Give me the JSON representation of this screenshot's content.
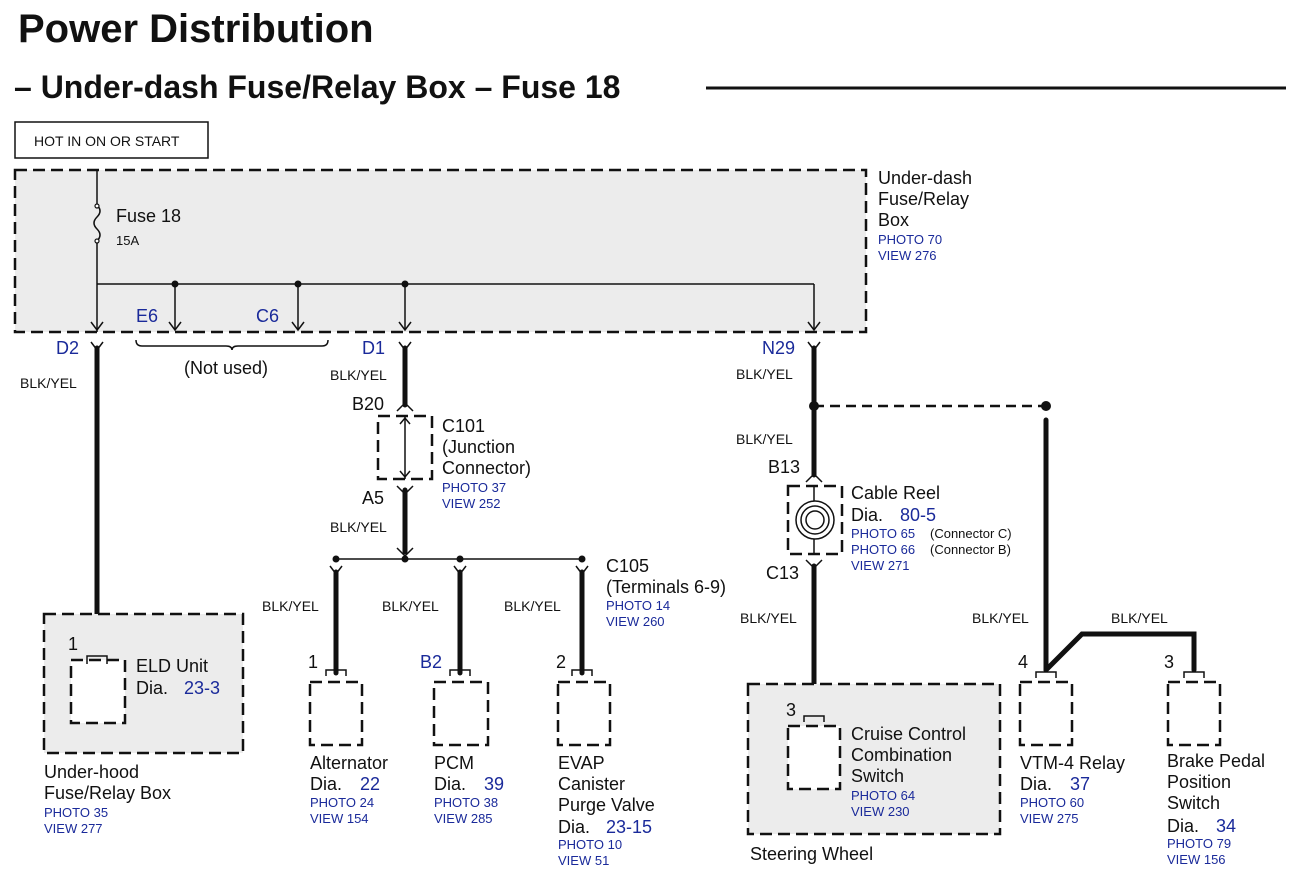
{
  "title": "Power Distribution",
  "subtitle": "– Under-dash Fuse/Relay Box – Fuse 18",
  "hot_label": "HOT IN ON OR START",
  "fusebox": {
    "name_lines": [
      "Under-dash",
      "Fuse/Relay",
      "Box"
    ],
    "photo": "PHOTO 70",
    "view": "VIEW 276"
  },
  "fuse": {
    "name": "Fuse 18",
    "rating": "15A"
  },
  "terminals": {
    "d2": "D2",
    "e6": "E6",
    "c6": "C6",
    "d1": "D1",
    "n29": "N29",
    "b20": "B20",
    "a5": "A5",
    "b13": "B13",
    "c13": "C13"
  },
  "not_used": "(Not used)",
  "wire_color": "BLK/YEL",
  "c101": {
    "name": "C101",
    "desc_lines": [
      "(Junction",
      "Connector)"
    ],
    "photo": "PHOTO 37",
    "view": "VIEW 252"
  },
  "c105": {
    "name": "C105",
    "desc": "(Terminals 6-9)",
    "photo": "PHOTO 14",
    "view": "VIEW 260"
  },
  "cable_reel": {
    "name": "Cable Reel",
    "dia_label": "Dia.",
    "dia": "80-5",
    "photo1": "PHOTO 65",
    "photo1_note": "(Connector C)",
    "photo2": "PHOTO 66",
    "photo2_note": "(Connector B)",
    "view": "VIEW 271"
  },
  "components": {
    "eld": {
      "pin": "1",
      "name": "ELD Unit",
      "dia_label": "Dia.",
      "dia": "23-3"
    },
    "underhood": {
      "name_lines": [
        "Under-hood",
        "Fuse/Relay Box"
      ],
      "photo": "PHOTO 35",
      "view": "VIEW 277"
    },
    "alternator": {
      "pin": "1",
      "name": "Alternator",
      "dia_label": "Dia.",
      "dia": "22",
      "photo": "PHOTO 24",
      "view": "VIEW 154"
    },
    "pcm": {
      "pin": "B2",
      "name": "PCM",
      "dia_label": "Dia.",
      "dia": "39",
      "photo": "PHOTO 38",
      "view": "VIEW 285"
    },
    "evap": {
      "pin": "2",
      "name_lines": [
        "EVAP",
        "Canister",
        "Purge Valve"
      ],
      "dia_label": "Dia.",
      "dia": "23-15",
      "photo": "PHOTO 10",
      "view": "VIEW 51"
    },
    "cruise": {
      "pin": "3",
      "name_lines": [
        "Cruise Control",
        "Combination",
        "Switch"
      ],
      "photo": "PHOTO 64",
      "view": "VIEW 230"
    },
    "steering": {
      "name": "Steering Wheel"
    },
    "vtm4": {
      "pin": "4",
      "name": "VTM-4 Relay",
      "dia_label": "Dia.",
      "dia": "37",
      "photo": "PHOTO 60",
      "view": "VIEW 275"
    },
    "brake": {
      "pin": "3",
      "name_lines": [
        "Brake Pedal",
        "Position",
        "Switch"
      ],
      "dia_label": "Dia.",
      "dia": "34",
      "photo": "PHOTO 79",
      "view": "VIEW 156"
    }
  }
}
